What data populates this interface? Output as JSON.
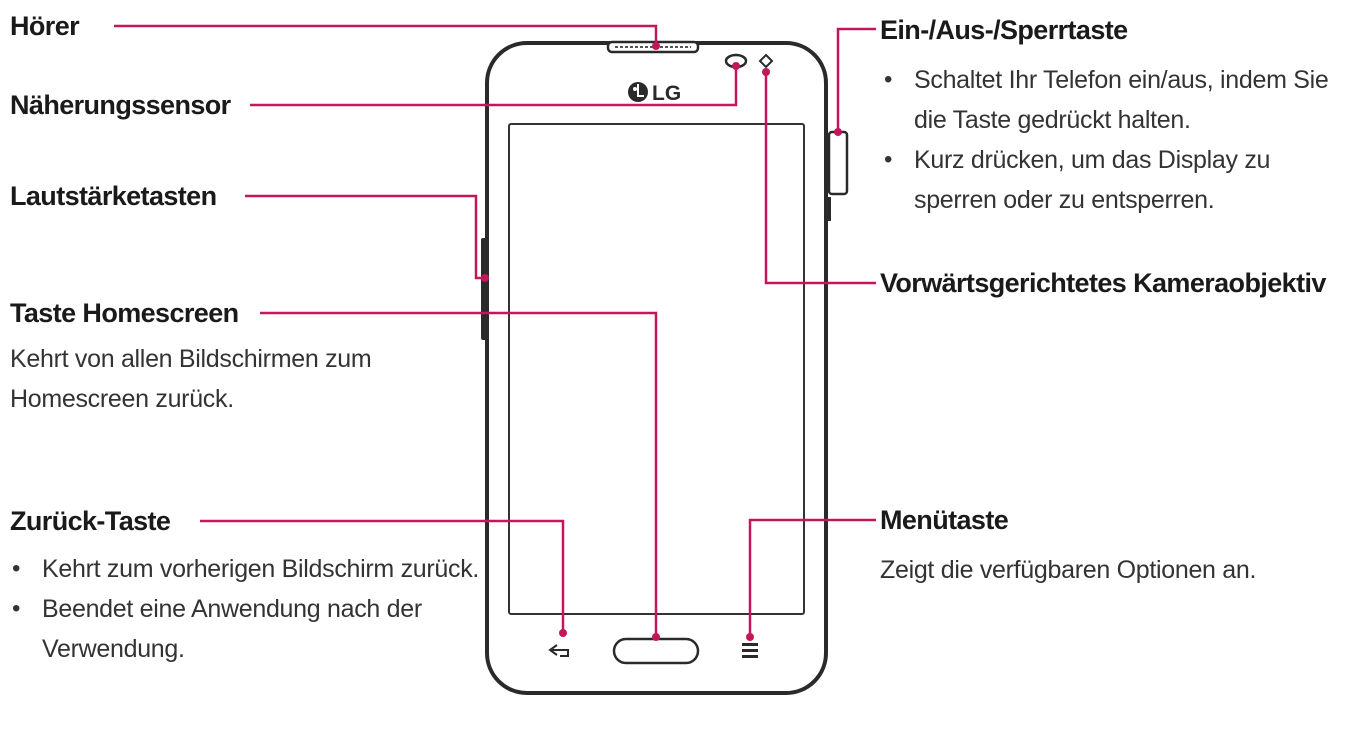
{
  "labels": {
    "hoerer": "Hörer",
    "naeherungssensor": "Näherungssensor",
    "lautstaerketasten": "Lautstärketasten",
    "taste_homescreen": "Taste Homescreen",
    "homescreen_desc": [
      "Kehrt von allen Bildschirmen zum",
      "Homescreen zurück."
    ],
    "zurueck_taste": "Zurück-Taste",
    "zurueck_bullets": [
      "Kehrt zum vorherigen Bildschirm zurück.",
      "Beendet eine Anwendung nach der Verwendung."
    ],
    "ein_aus": "Ein-/Aus-/Sperrtaste",
    "ein_aus_bullets": [
      "Schaltet Ihr Telefon ein/aus, indem Sie die Taste gedrückt halten.",
      "Kurz drücken, um das Display zu sperren oder zu entsperren."
    ],
    "kamera": "Vorwärtsgerichtetes Kameraobjektiv",
    "menuetaste": "Menütaste",
    "menuetaste_desc": "Zeigt die verfügbaren Optionen an."
  },
  "phone": {
    "brand": "LG"
  },
  "colors": {
    "leader": "#c2185b",
    "outline": "#2a2a2a"
  },
  "icons": [
    "earpiece-icon",
    "proximity-sensor-icon",
    "front-camera-icon",
    "lg-logo-icon",
    "back-arrow-icon",
    "menu-icon",
    "home-button-icon"
  ]
}
